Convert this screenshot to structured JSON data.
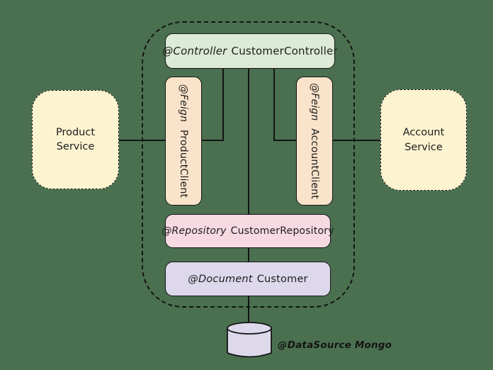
{
  "background_color": "#4a7050",
  "stroke_color": "#141414",
  "boundary": {
    "description": "customer-service dashed boundary"
  },
  "nodes": {
    "controller": {
      "annotation": "@Controller",
      "name": "CustomerController",
      "fill": "#dcead6"
    },
    "product_client": {
      "annotation": "@Feign",
      "name": "ProductClient",
      "fill": "#fae3cb"
    },
    "account_client": {
      "annotation": "@Feign",
      "name": "AccountClient",
      "fill": "#fae3cb"
    },
    "repository": {
      "annotation": "@Repository",
      "name": "CustomerRepository",
      "fill": "#f7d9e2"
    },
    "document": {
      "annotation": "@Document",
      "name": "Customer",
      "fill": "#ddd8ec"
    },
    "product_service": {
      "line1": "Product",
      "line2": "Service",
      "fill": "#fcf3d0"
    },
    "account_service": {
      "line1": "Account",
      "line2": "Service",
      "fill": "#fcf3d0"
    },
    "datasource": {
      "label": "@DataSource Mongo",
      "cylinder_fill": "#ded8eb"
    }
  },
  "connections": [
    "product_service - product_client",
    "controller - product_client",
    "controller - repository",
    "controller - account_client",
    "account_client - account_service",
    "repository - document",
    "document - datasource"
  ]
}
